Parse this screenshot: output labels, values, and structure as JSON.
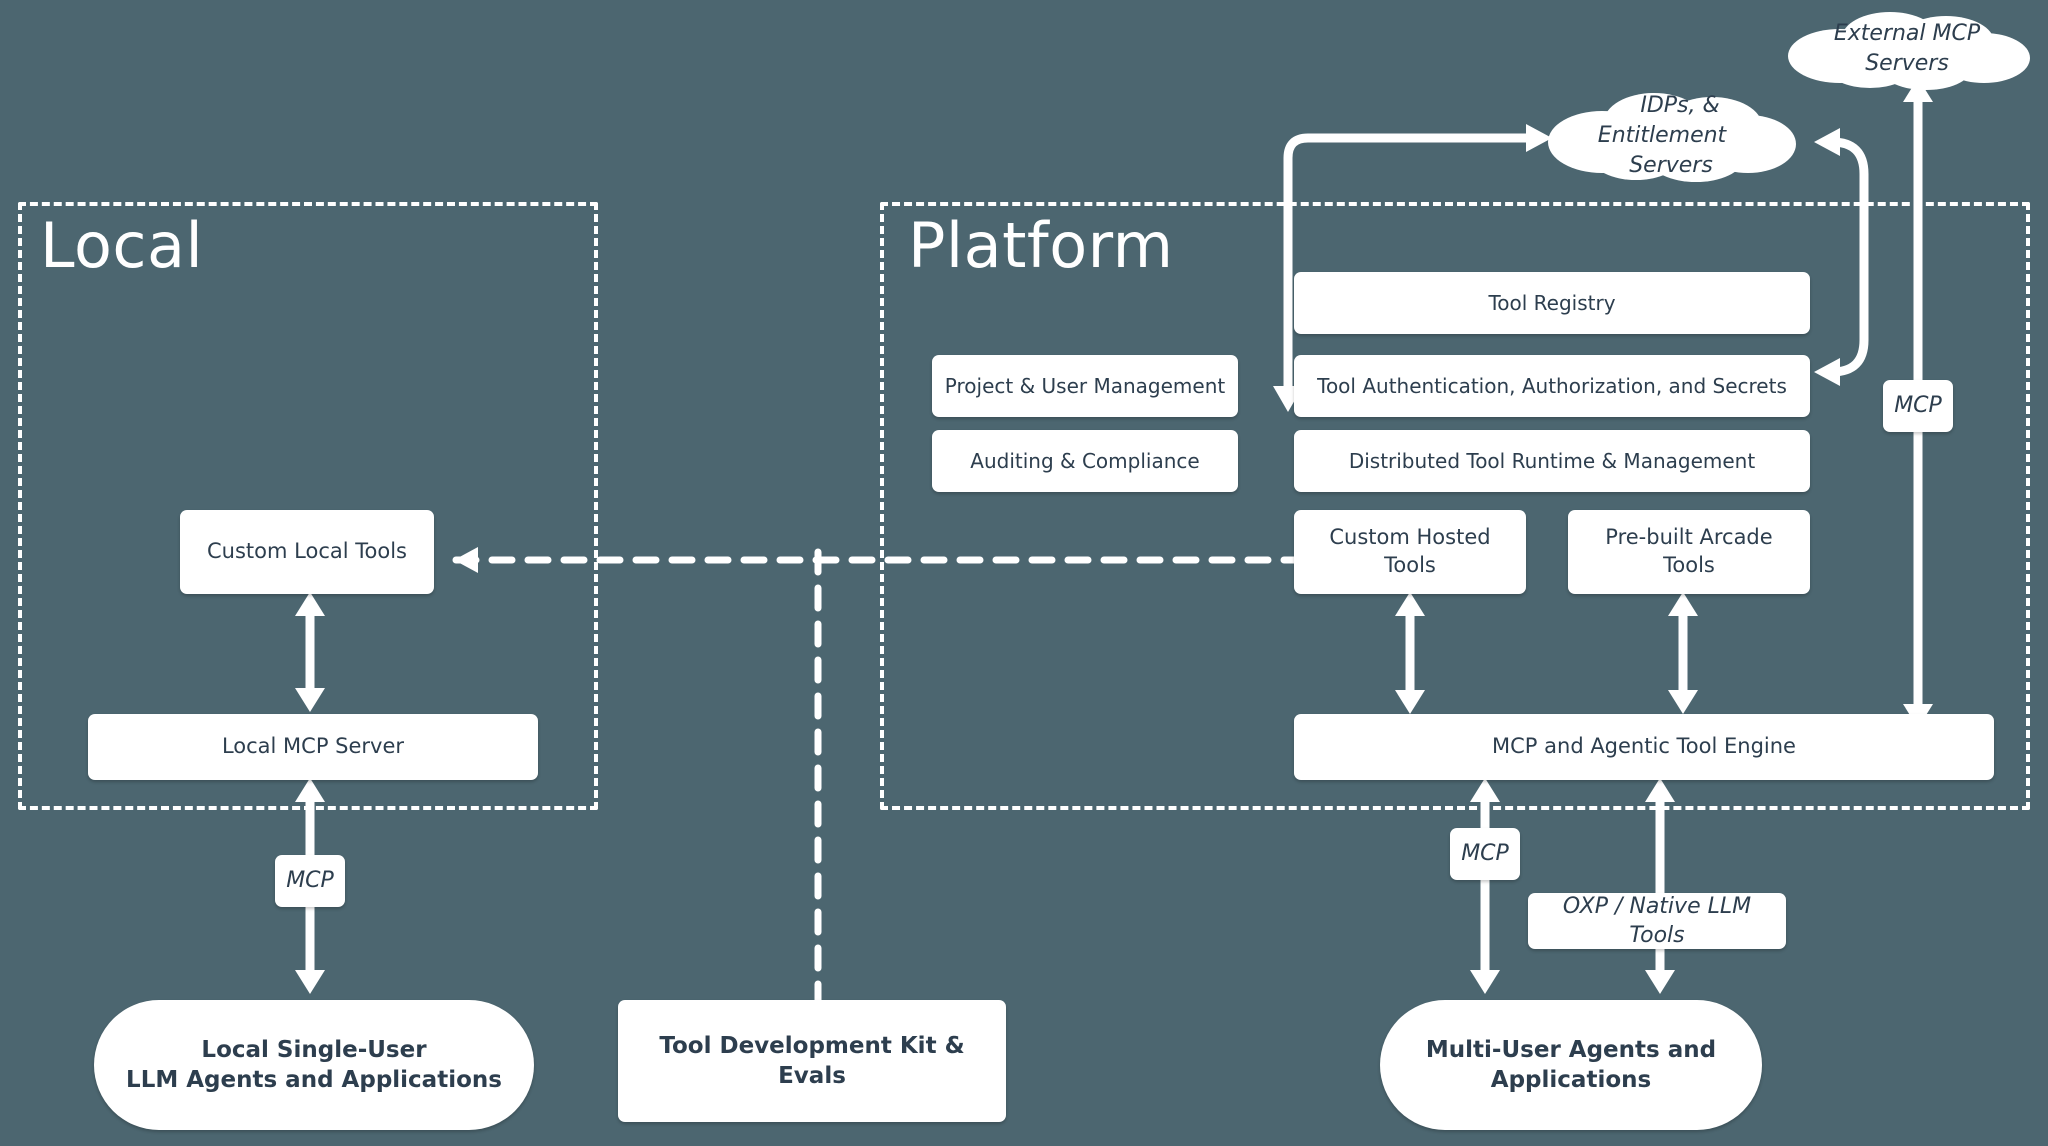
{
  "diagram": {
    "title": "Arcade Tool Platform Architecture",
    "background_color": "#4c6670",
    "box_color": "#ffffff",
    "text_color": "#2d3e4e",
    "line_color": "#ffffff"
  },
  "zones": {
    "local": {
      "label": "Local"
    },
    "platform": {
      "label": "Platform"
    }
  },
  "clouds": {
    "external_mcp": {
      "label": "External MCP Servers"
    },
    "idps": {
      "line1": "IDPs, & Entitlement",
      "line2": "Servers"
    }
  },
  "local_nodes": {
    "custom_local_tools": {
      "label": "Custom Local Tools"
    },
    "local_mcp_server": {
      "label": "Local MCP Server"
    },
    "mcp_label": {
      "label": "MCP"
    },
    "local_agents": {
      "line1": "Local Single-User",
      "line2": "LLM Agents and Applications"
    }
  },
  "platform_nodes": {
    "project_user_management": {
      "label": "Project & User Management"
    },
    "auditing_compliance": {
      "label": "Auditing & Compliance"
    },
    "tool_registry": {
      "label": "Tool Registry"
    },
    "tool_auth": {
      "label": "Tool Authentication, Authorization, and Secrets"
    },
    "distributed_runtime": {
      "label": "Distributed Tool Runtime & Management"
    },
    "custom_hosted_tools": {
      "label": "Custom Hosted Tools"
    },
    "prebuilt_arcade_tools": {
      "label": "Pre-built Arcade Tools"
    },
    "mcp_engine": {
      "label": "MCP and Agentic Tool Engine"
    },
    "mcp_label_bottom": {
      "label": "MCP"
    },
    "mcp_label_right": {
      "label": "MCP"
    },
    "oxp_native": {
      "label": "OXP / Native LLM Tools"
    },
    "multi_user_agents": {
      "line1": "Multi-User Agents and",
      "line2": "Applications"
    }
  },
  "shared_nodes": {
    "tdk": {
      "label": "Tool Development Kit & Evals"
    }
  }
}
